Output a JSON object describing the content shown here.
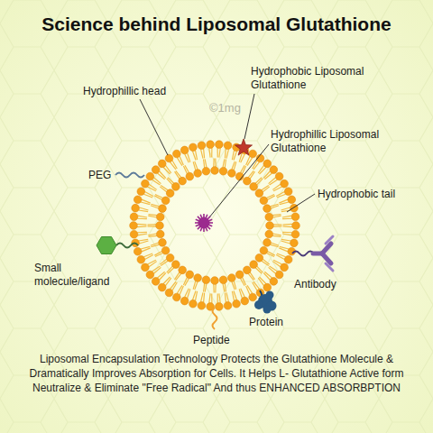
{
  "diagram": {
    "title": "Science behind Liposomal Glutathione",
    "caption": "Liposomal Encapsulation Technology Protects the Glutathione Molecule & Dramatically Improves Absorption for Cells. It Helps L- Glutathione Active form Neutralize & Eliminate \"Free Radical\" And thus ENHANCED ABSORBPTION",
    "labels": [
      "Hydrophillic head",
      "Hydrophobic Liposomal Glutathione",
      "Hydrophillic Liposomal Glutathione",
      "Hydrophobic tail",
      "PEG",
      "Small molecule/ligand",
      "Antibody",
      "Protein",
      "Peptide",
      "©1mg"
    ]
  }
}
